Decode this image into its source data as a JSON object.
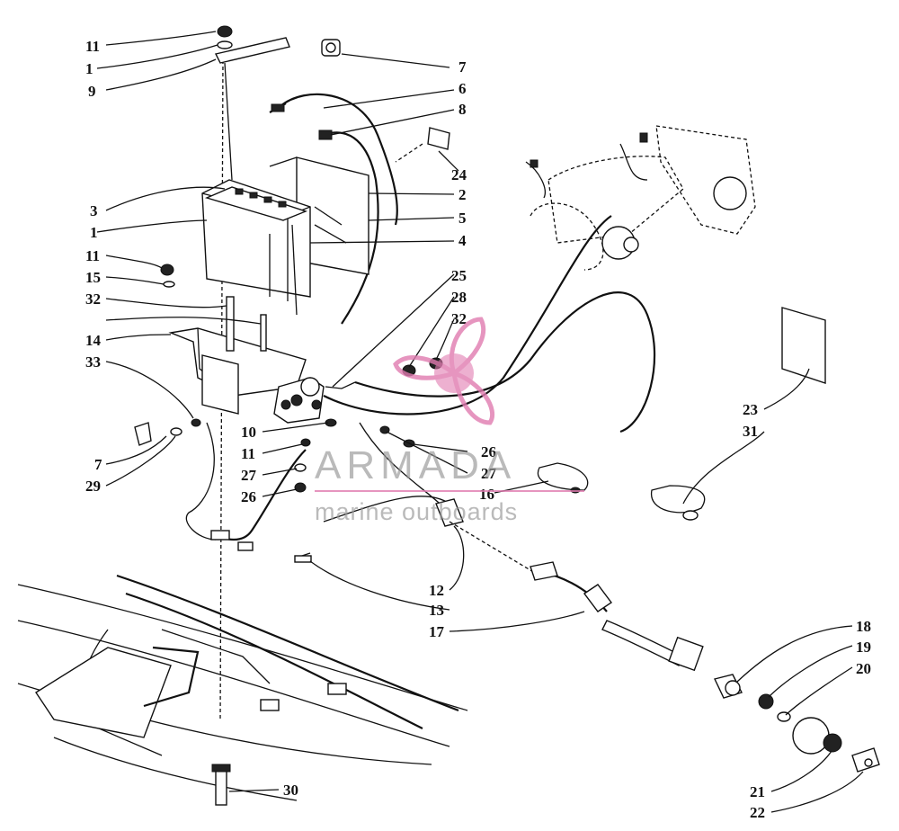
{
  "callouts": {
    "c11_top": "11",
    "c1_top": "1",
    "c9": "9",
    "c7_top": "7",
    "c6": "6",
    "c8": "8",
    "c24": "24",
    "c2": "2",
    "c5": "5",
    "c4": "4",
    "c3": "3",
    "c1_mid": "1",
    "c11_mid": "11",
    "c15": "15",
    "c32_left": "32",
    "c14": "14",
    "c33": "33",
    "c7_left": "7",
    "c29": "29",
    "c25": "25",
    "c28": "28",
    "c32_right": "32",
    "c10": "10",
    "c11_low": "11",
    "c27_left": "27",
    "c26_left": "26",
    "c26_right": "26",
    "c27_right": "27",
    "c16": "16",
    "c23": "23",
    "c31": "31",
    "c12": "12",
    "c13": "13",
    "c17": "17",
    "c18": "18",
    "c19": "19",
    "c20": "20",
    "c21": "21",
    "c22": "22",
    "c30": "30"
  },
  "watermark": {
    "brand": "ARMADA",
    "tagline": "marine outboards",
    "brand_color": "#777777",
    "logo_color": "#e07bb0"
  },
  "icons": {
    "logo": "propeller-logo-icon"
  }
}
